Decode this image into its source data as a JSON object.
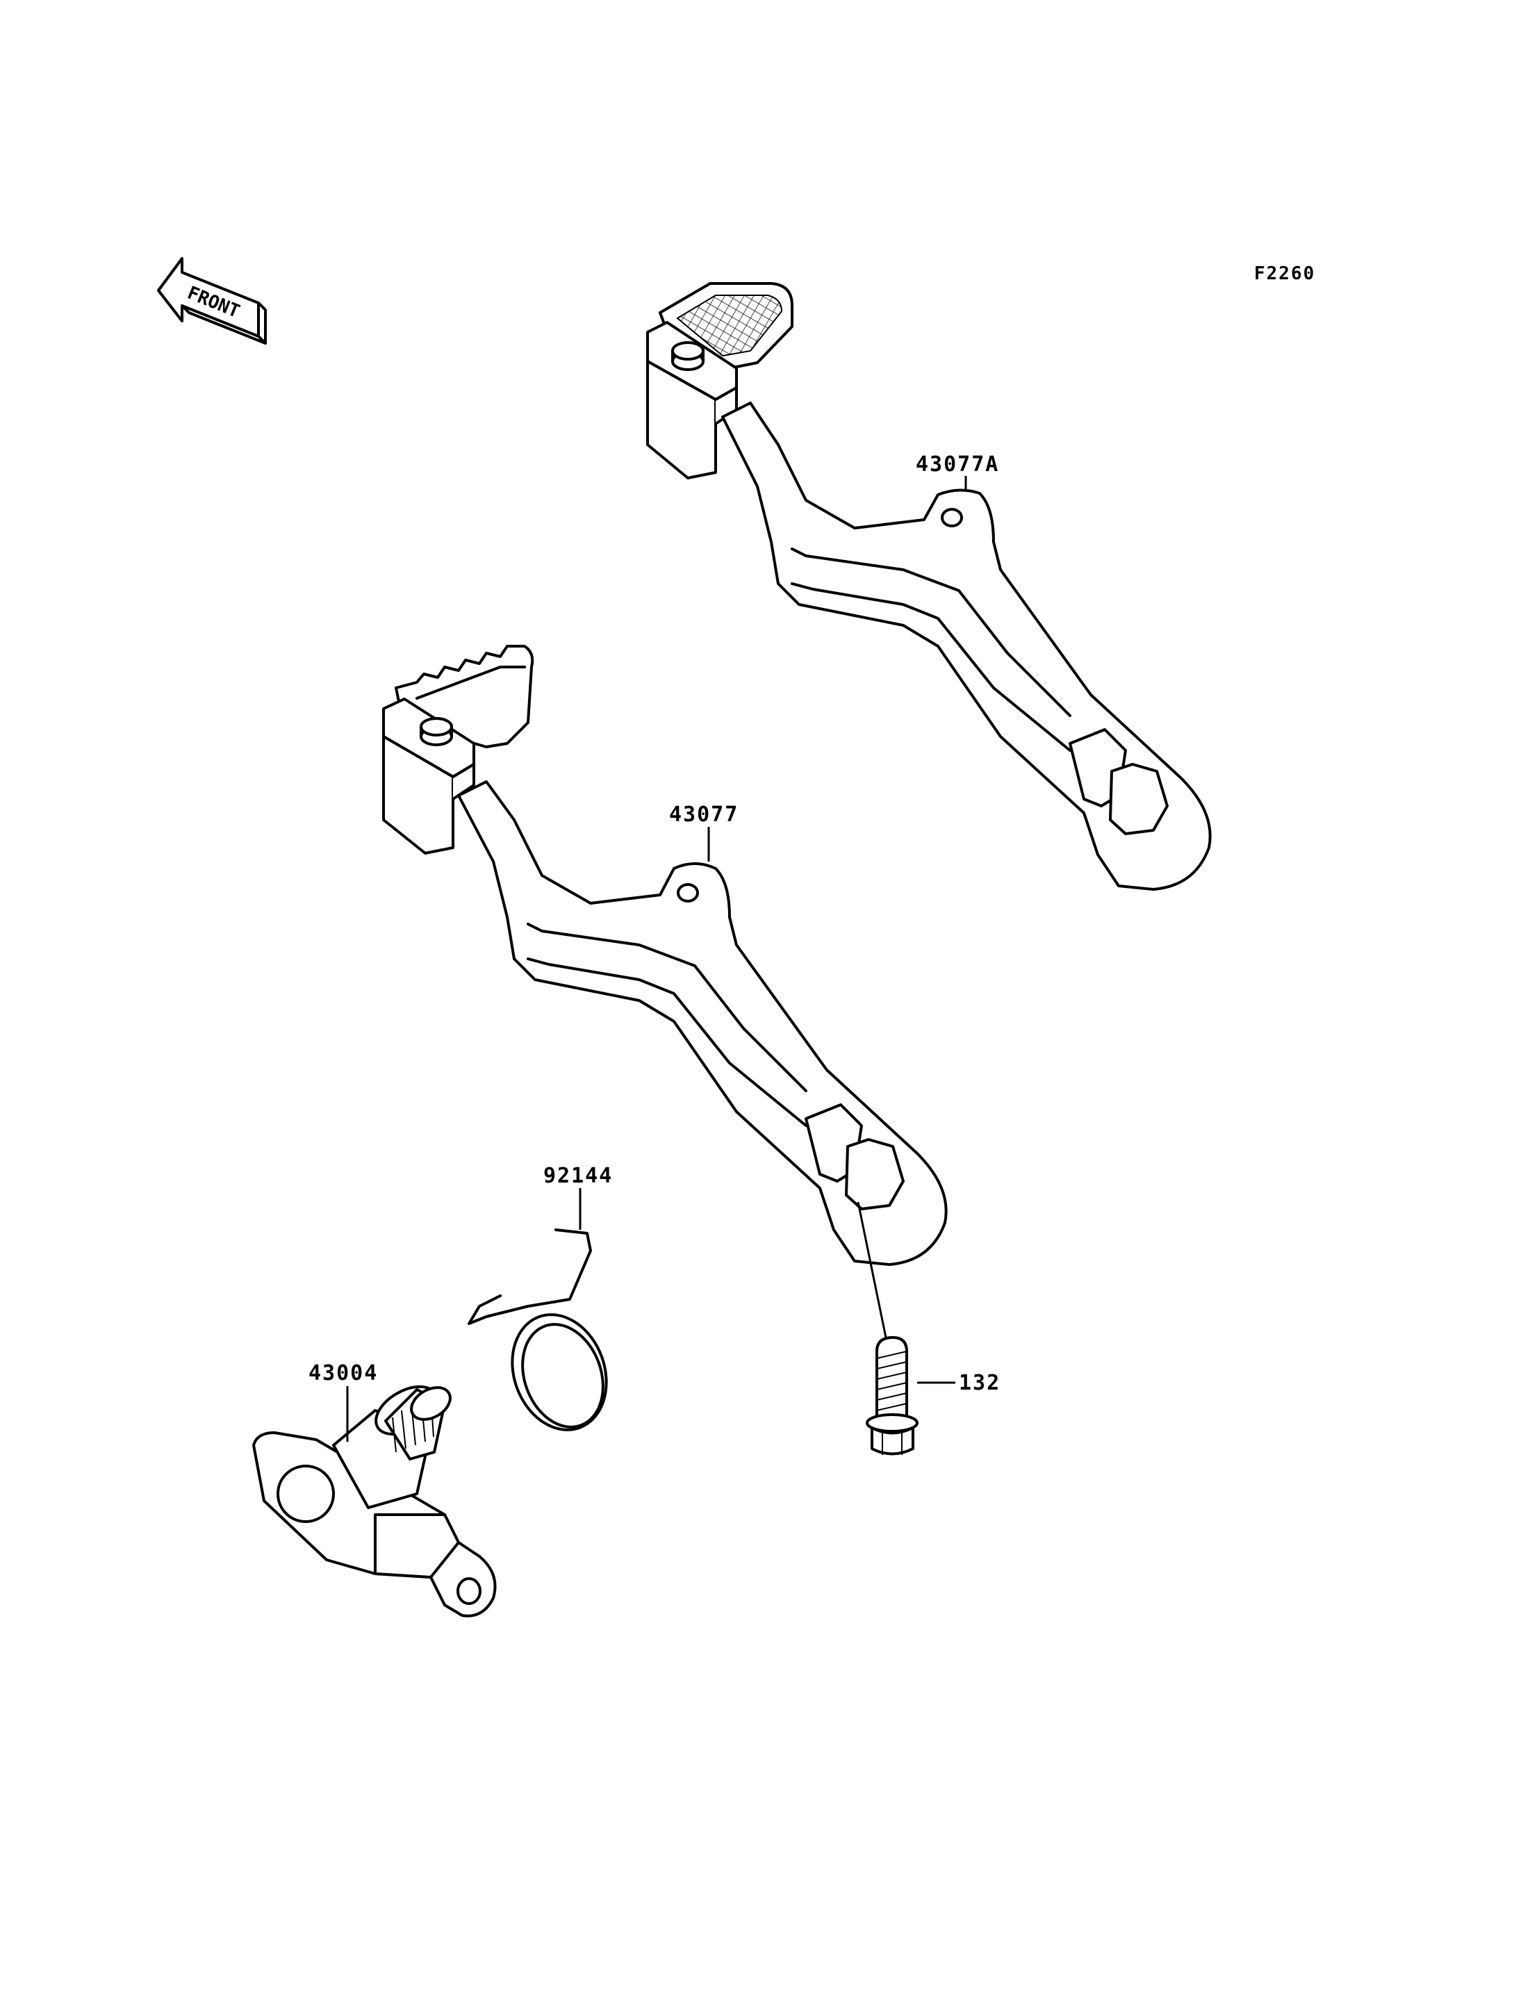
{
  "figure_code": "F2260",
  "front_label": "FRONT",
  "parts": [
    {
      "number": "43077A"
    },
    {
      "number": "43077"
    },
    {
      "number": "92144"
    },
    {
      "number": "43004"
    },
    {
      "number": "132"
    }
  ]
}
